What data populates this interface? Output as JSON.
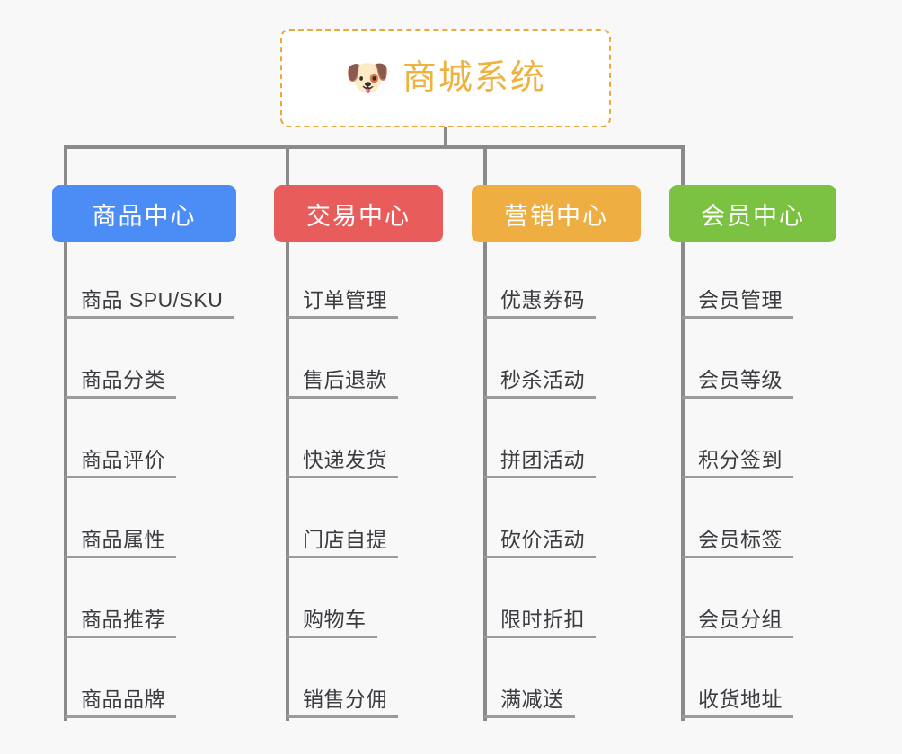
{
  "diagram": {
    "title": "商城系统",
    "type": "mindmap-tree",
    "background_color": "#f8f8f9",
    "connector_color": "#8a8a8a"
  },
  "root": {
    "label": "商城系统",
    "icon": "dog-face-emoji",
    "icon_glyph": "🐶",
    "text_color": "#efb23f",
    "border_color": "#e9a93f",
    "background_color": "#ffffff",
    "border_style": "dashed"
  },
  "categories": [
    {
      "label": "商品中心",
      "color": "#4c8cf5",
      "items": [
        "商品 SPU/SKU",
        "商品分类",
        "商品评价",
        "商品属性",
        "商品推荐",
        "商品品牌"
      ]
    },
    {
      "label": "交易中心",
      "color": "#e85c5c",
      "items": [
        "订单管理",
        "售后退款",
        "快递发货",
        "门店自提",
        "购物车",
        "销售分佣"
      ]
    },
    {
      "label": "营销中心",
      "color": "#eeae42",
      "items": [
        "优惠券码",
        "秒杀活动",
        "拼团活动",
        "砍价活动",
        "限时折扣",
        "满减送"
      ]
    },
    {
      "label": "会员中心",
      "color": "#7cc242",
      "items": [
        "会员管理",
        "会员等级",
        "积分签到",
        "会员标签",
        "会员分组",
        "收货地址"
      ]
    }
  ]
}
